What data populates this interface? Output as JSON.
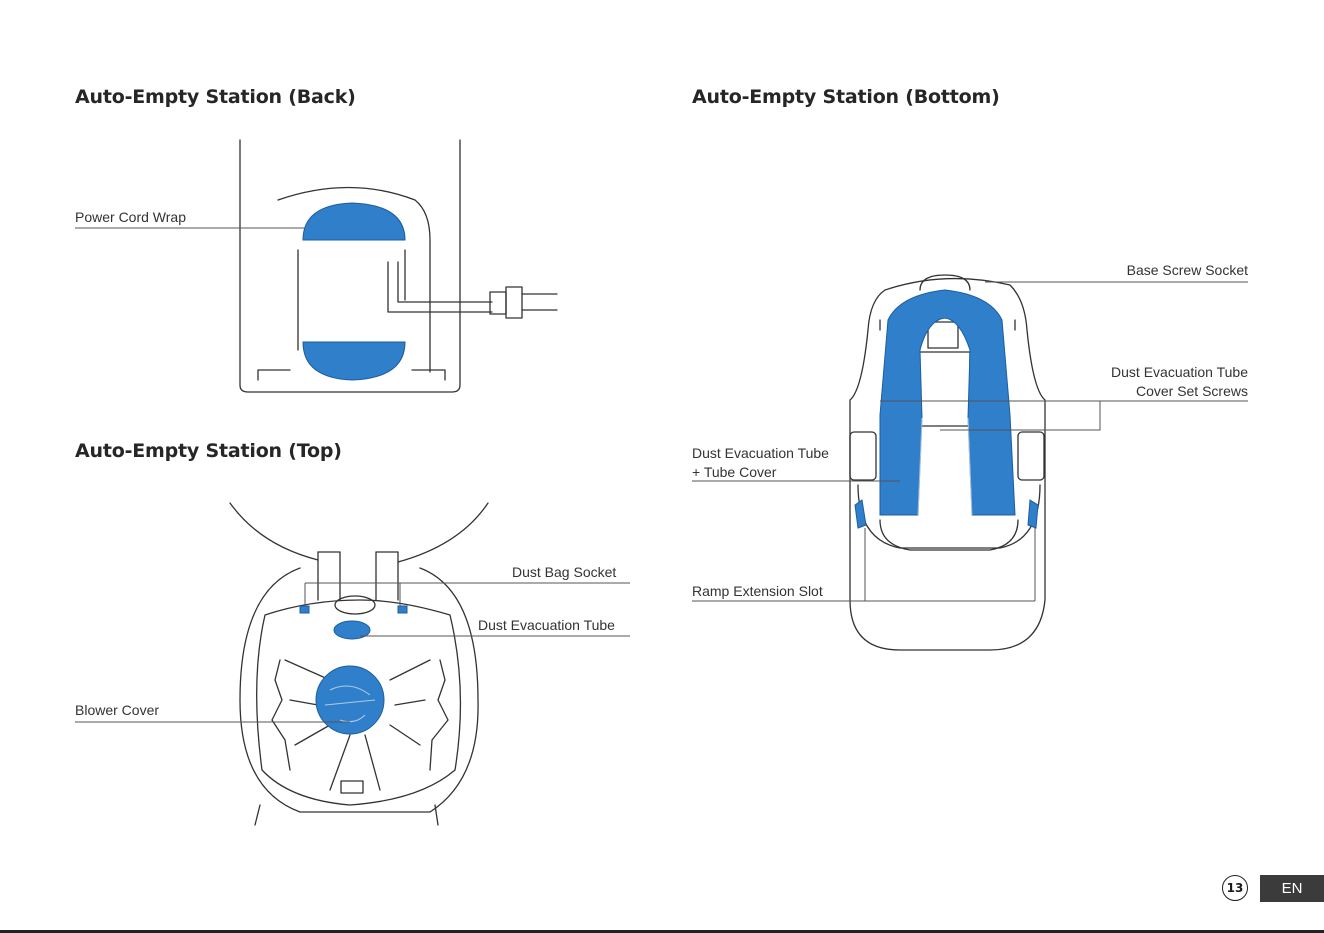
{
  "sections": {
    "back": {
      "title": "Auto-Empty Station (Back)",
      "labels": {
        "power_cord_wrap": "Power Cord Wrap"
      }
    },
    "top": {
      "title": "Auto-Empty Station (Top)",
      "labels": {
        "dust_bag_socket": "Dust Bag Socket",
        "dust_evacuation_tube": "Dust Evacuation Tube",
        "blower_cover": "Blower Cover"
      }
    },
    "bottom": {
      "title": "Auto-Empty Station (Bottom)",
      "labels": {
        "base_screw_socket": "Base Screw Socket",
        "cover_set_screws_line1": "Dust Evacuation Tube",
        "cover_set_screws_line2": "Cover Set Screws",
        "tube_cover_line1": "Dust Evacuation Tube",
        "tube_cover_line2": "+ Tube Cover",
        "ramp_extension_slot": "Ramp Extension Slot"
      }
    }
  },
  "footer": {
    "page_number": "13",
    "language": "EN"
  },
  "colors": {
    "highlight": "#2f7fca",
    "line": "#333333"
  }
}
